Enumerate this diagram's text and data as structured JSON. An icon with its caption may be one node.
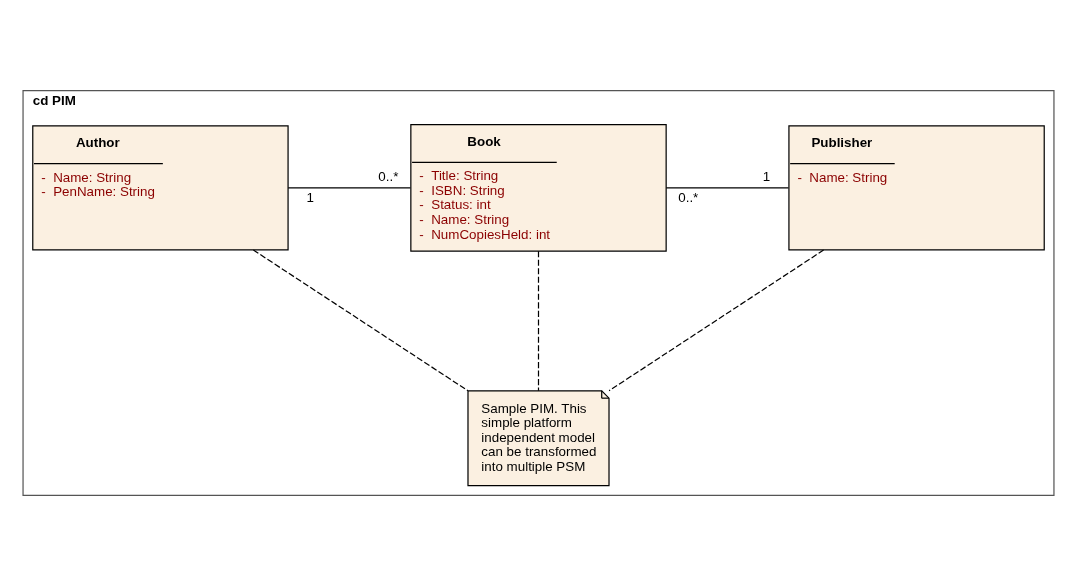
{
  "diagram": {
    "nodes": [
      {
        "text": [
          "cd PIM"
        ]
      },
      {
        "text": [
          "Author",
          "-  Name: String",
          "-  PenName: String"
        ],
        "in": 0
      },
      {
        "text": [
          "Book",
          "-  Title: String",
          "-  ISBN: String",
          "-  Status: int",
          "-  Name: String",
          "-  NumCopiesHeld: int"
        ],
        "in": 0
      },
      {
        "text": [
          "Publisher",
          "-  Name: String"
        ],
        "in": 0
      },
      {
        "text": [
          "Sample PIM. This simple platform independent model can be transformed into multiple PSM"
        ],
        "in": 0
      }
    ],
    "edges": [
      {
        "from": 1,
        "to": 2,
        "arrow": "none"
      },
      {
        "from": 2,
        "to": 3,
        "arrow": "none"
      },
      {
        "from": 1,
        "to": 4,
        "arrow": "none",
        "style": "dashed"
      },
      {
        "from": 2,
        "to": 4,
        "arrow": "none",
        "style": "dashed"
      },
      {
        "from": 3,
        "to": 4,
        "arrow": "none",
        "style": "dashed"
      }
    ],
    "labels": [
      "1",
      "0..*",
      "0..*",
      "1"
    ]
  }
}
